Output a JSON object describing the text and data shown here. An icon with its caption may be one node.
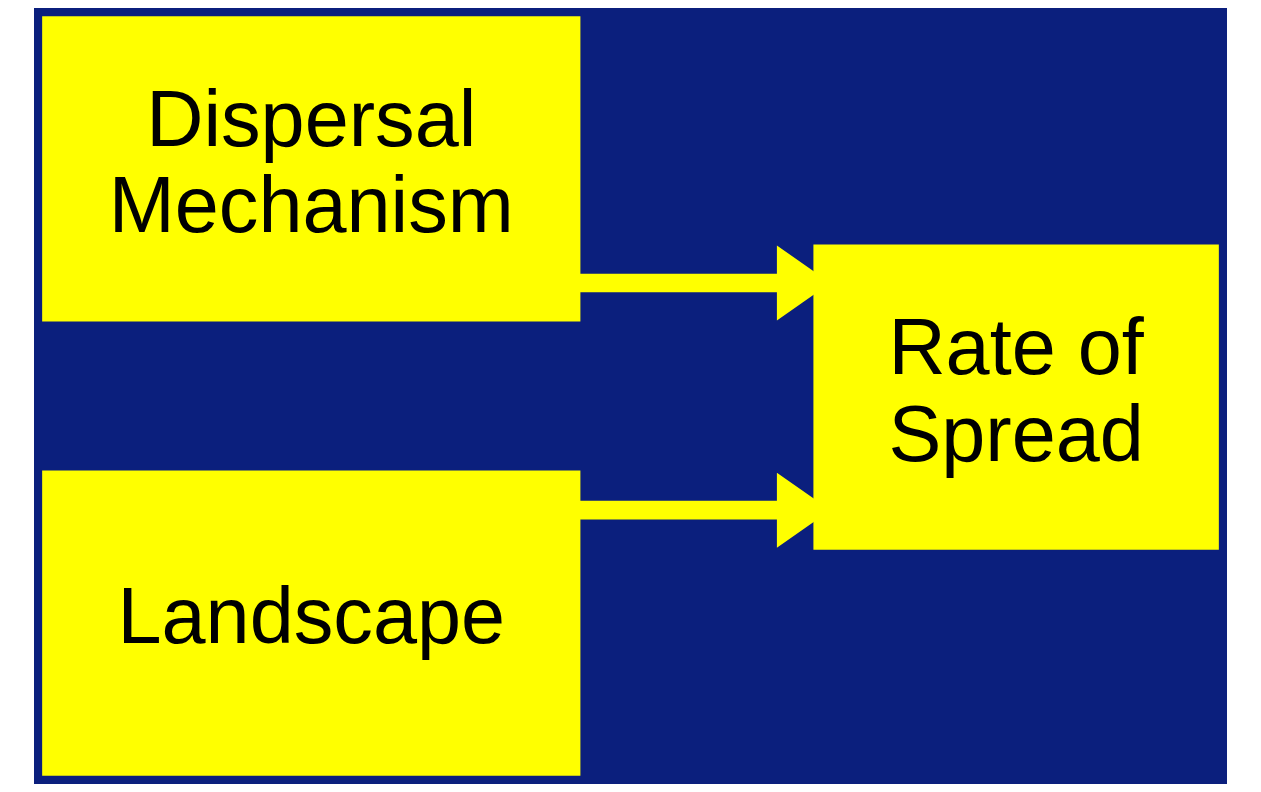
{
  "diagram": {
    "nodes": [
      {
        "text": [
          "Dispersal Mechanism"
        ]
      },
      {
        "text": [
          "Landscape"
        ]
      },
      {
        "text": [
          "Rate of Spread"
        ]
      }
    ],
    "edges": [
      {
        "from": 0,
        "to": 2,
        "arrow": "to"
      },
      {
        "from": 1,
        "to": 2,
        "arrow": "to"
      }
    ]
  }
}
